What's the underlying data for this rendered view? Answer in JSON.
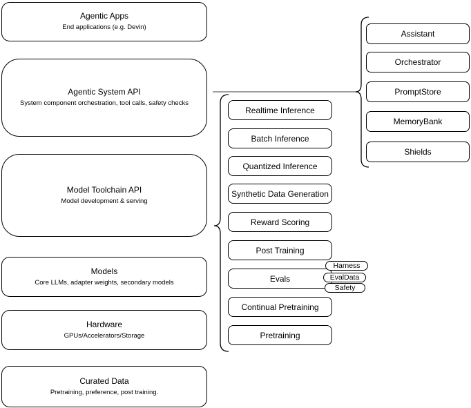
{
  "diagram": {
    "left_stack": [
      {
        "title": "Agentic Apps",
        "subtitle": "End applications (e.g. Devin)"
      },
      {
        "title": "Agentic System API",
        "subtitle": "System component orchestration, tool calls, safety checks"
      },
      {
        "title": "Model Toolchain API",
        "subtitle": "Model development & serving"
      },
      {
        "title": "Models",
        "subtitle": "Core LLMs, adapter weights, secondary models"
      },
      {
        "title": "Hardware",
        "subtitle": "GPUs/Accelerators/Storage"
      },
      {
        "title": "Curated Data",
        "subtitle": "Pretraining, preference, post training."
      }
    ],
    "toolchain_components": [
      "Realtime Inference",
      "Batch Inference",
      "Quantized Inference",
      "Synthetic Data Generation",
      "Reward Scoring",
      "Post Training",
      "Evals",
      "Continual Pretraining",
      "Pretraining"
    ],
    "eval_tags": [
      "Harness",
      "EvalData",
      "Safety"
    ],
    "system_components": [
      "Assistant",
      "Orchestrator",
      "PromptStore",
      "MemoryBank",
      "Shields"
    ],
    "colors": {
      "node_stroke": "#000000",
      "node_fill": "#ffffff",
      "connector_line": "#666666",
      "text": "#000000"
    }
  }
}
